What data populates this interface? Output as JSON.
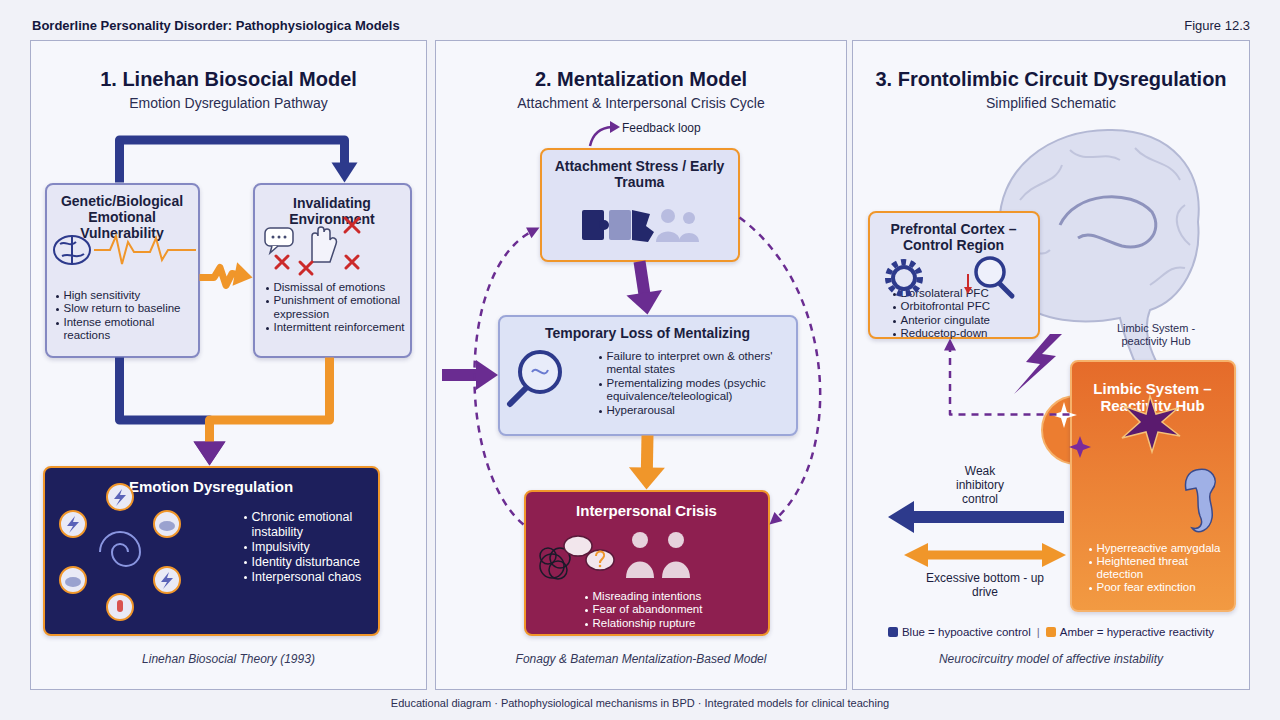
{
  "diagram": {
    "title": "Borderline Personality Disorder: Pathophysiologica Models",
    "caption": "Educational diagram · Pathophysiological mechanisms in BPD · Integrated models for clinical teaching",
    "nodes": [
      {
        "text": [
          "1. Linehan Biosocial Model",
          "Emotion Dysregulation Pathway",
          "Linehan Biosocial Theory (1993)"
        ]
      },
      {
        "text": [
          "Genetic/Biological Emotional Vulnerability",
          "High sensitivity",
          "Slow return to baseline",
          "Intense emotional reactions"
        ],
        "in": 0
      },
      {
        "text": [
          "Invalidating Environment",
          "Dismissal of emotions",
          "Punishment of emotional expression",
          "Intermittent reinforcement"
        ],
        "in": 0
      },
      {
        "text": [
          "Emotion Dysregulation",
          "Chronic emotional instability",
          "Impulsivity",
          "Identity disturbance",
          "Interpersonal chaos"
        ],
        "in": 0
      },
      {
        "text": [
          "2. Mentalization Model",
          "Attachment & Interpersonal Crisis Cycle",
          "Fonagy & Bateman Mentalization-Based Model"
        ]
      },
      {
        "text": [
          "Attachment Stress / Early Trauma"
        ],
        "in": 4
      },
      {
        "text": [
          "Temporary Loss of Mentalizing",
          "Failure to interpret own & others' mental states",
          "Prementalizing modes (psychic equivalence/teleological)",
          "Hyperarousal"
        ],
        "in": 4
      },
      {
        "text": [
          "Interpersonal Crisis",
          "Misreading intentions",
          "Fear of abandonment",
          "Relationship rupture"
        ],
        "in": 4
      },
      {
        "text": [
          "3. Frontolimbic Circuit Dysregulation",
          "Simplified Schematic",
          "Neurocircuitry model of affective instability"
        ]
      },
      {
        "text": [
          "Prefrontal Cortex – Control Region",
          "Dorsolateral PFC",
          "Orbitofrontal PFC",
          "Anterior cingulate",
          "Reducetop-down"
        ],
        "in": 8
      },
      {
        "text": [
          "Limbic System – Reactivity Hub",
          "Hyperreactive amygdala",
          "Heightened threat detection",
          "Poor fear extinction"
        ],
        "in": 8
      }
    ],
    "edges": [
      {
        "from": 1,
        "to": 2,
        "arrow": "to"
      },
      {
        "from": 1,
        "to": 2,
        "arrow": "to"
      },
      {
        "from": 1,
        "to": 3,
        "arrow": "to"
      },
      {
        "from": 2,
        "to": 3,
        "arrow": "to"
      },
      {
        "from": 5,
        "to": 6,
        "arrow": "to"
      },
      {
        "from": 6,
        "to": 7,
        "arrow": "to"
      },
      {
        "from": 7,
        "to": 5,
        "arrow": "to"
      },
      {
        "from": 5,
        "to": 7,
        "arrow": "to"
      },
      {
        "from": 10,
        "to": 9,
        "arrow": "to"
      }
    ],
    "labels": [
      "Figure 12.3",
      "Feedback loop",
      "Limbic System - peactivity Hub",
      "Weak inhibitory control",
      "Excessive bottom - up drive",
      "|"
    ],
    "legend": [
      {
        "text": "Blue = hypoactive control",
        "color": "#2d3a8c"
      },
      {
        "text": "Amber = hyperactive reactivity",
        "color": "#f0962a"
      }
    ]
  }
}
